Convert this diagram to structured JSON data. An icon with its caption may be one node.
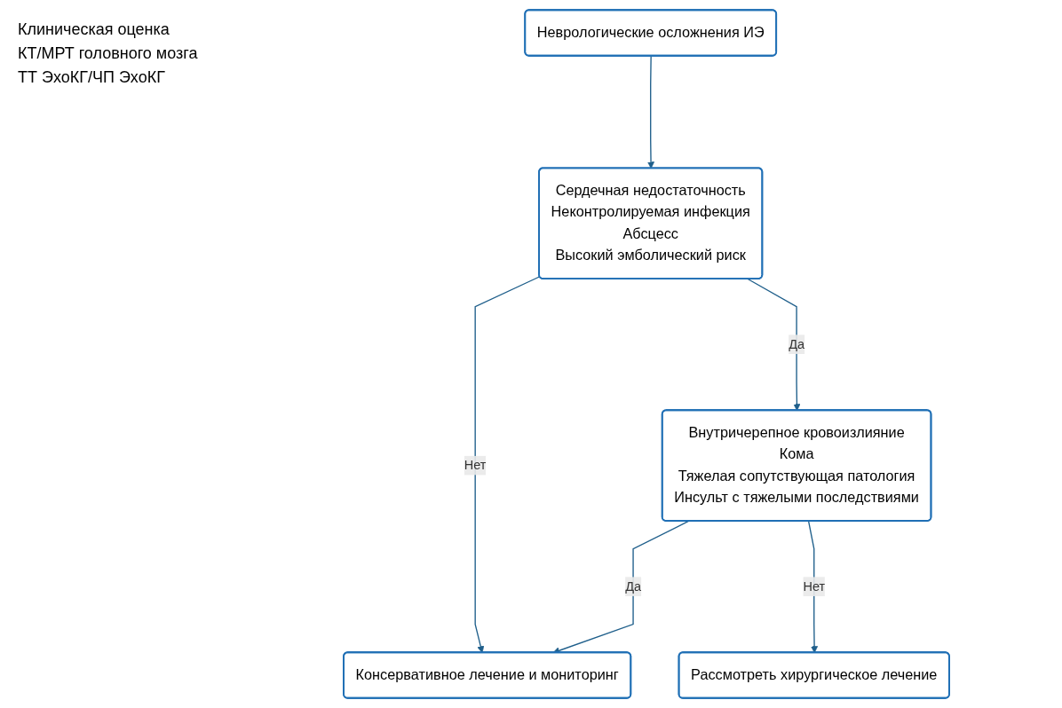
{
  "diagram": {
    "nodes": [
      {
        "text": [
          "Неврологические осложнения ИЭ"
        ]
      },
      {
        "text": [
          "Сердечная недостаточность",
          "Неконтролируемая инфекция",
          "Абсцесс",
          "Высокий эмболический риск"
        ]
      },
      {
        "text": [
          "Внутричерепное кровоизлияние",
          "Кома",
          "Тяжелая сопутствующая патология",
          "Инсульт с тяжелыми последствиями"
        ]
      },
      {
        "text": [
          "Рассмотреть хирургическое лечение"
        ]
      },
      {
        "text": [
          "Консервативное лечение и мониторинг"
        ]
      }
    ],
    "edges": [
      {
        "from": 0,
        "to": 1,
        "arrow": "to"
      },
      {
        "from": 1,
        "to": 2,
        "arrow": "to",
        "label": "Да"
      },
      {
        "from": 1,
        "to": 4,
        "arrow": "to",
        "label": "Нет"
      },
      {
        "from": 2,
        "to": 4,
        "arrow": "to",
        "label": "Да"
      },
      {
        "from": 2,
        "to": 3,
        "arrow": "to",
        "label": "Нет"
      }
    ],
    "labels": [
      "Клиническая оценка",
      "КТ/МРТ головного мозга",
      "ТТ ЭхоКГ/ЧП ЭхоКГ"
    ]
  }
}
